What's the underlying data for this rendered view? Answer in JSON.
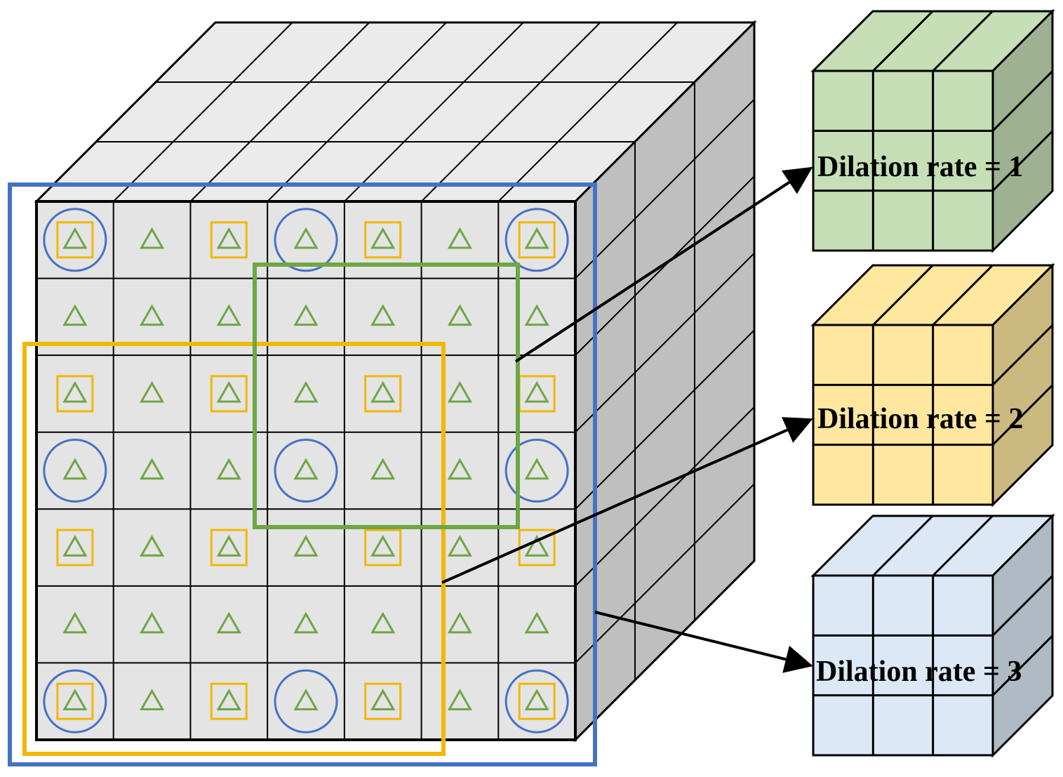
{
  "cube_labels": [
    "Dilation rate = 1",
    "Dilation rate = 2",
    "Dilation rate = 3"
  ],
  "grid": {
    "rows": 7,
    "cols": 7,
    "depth": 3
  },
  "marker_colors": {
    "rate1_triangle": "#6fa644",
    "rate2_square": "#f2b705",
    "rate3_circle": "#4472c4"
  },
  "kernel_colors": {
    "rate1_fill": "#c6dfb6",
    "rate2_fill": "#ffe7a0",
    "rate3_fill": "#dce8f5"
  },
  "feature_map_colors": {
    "front": "#e4e4e4",
    "top": "#ebebeb",
    "side": "#bfbfbf"
  }
}
